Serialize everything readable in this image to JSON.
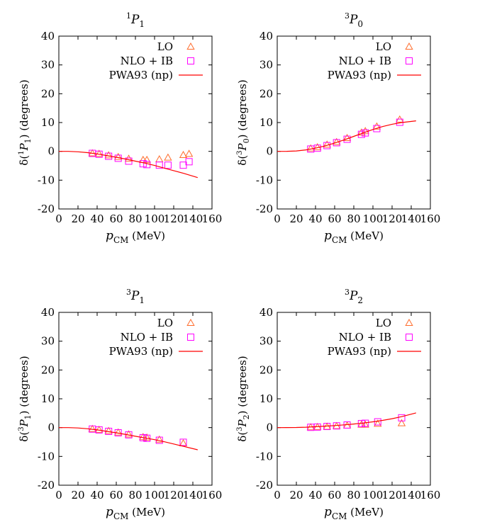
{
  "chart_data": [
    {
      "type": "scatter",
      "title": {
        "sup": "1",
        "sym": "P",
        "sub": "1"
      },
      "xlabel": {
        "sym": "p",
        "sub": "CM",
        "rest": " (MeV)"
      },
      "ylabel": {
        "pre": "δ(",
        "sup": "1",
        "sym": "P",
        "sub": "1",
        "post": ") (degrees)"
      },
      "xlim": [
        0,
        160
      ],
      "ylim": [
        -20,
        40
      ],
      "xticks": [
        0,
        20,
        40,
        60,
        80,
        100,
        120,
        140,
        160
      ],
      "yticks": [
        -20,
        -10,
        0,
        10,
        20,
        30,
        40
      ],
      "legend_position": "top-right",
      "series": [
        {
          "name": "LO",
          "marker": "triangle",
          "color": "#ff6c2c",
          "points": [
            [
              35,
              -0.7
            ],
            [
              42,
              -0.9
            ],
            [
              52,
              -1.4
            ],
            [
              62,
              -2.0
            ],
            [
              73,
              -2.6
            ],
            [
              88,
              -3.0
            ],
            [
              92,
              -3.0
            ],
            [
              105,
              -2.8
            ],
            [
              114,
              -2.2
            ],
            [
              130,
              -1.3
            ],
            [
              136,
              -0.9
            ]
          ]
        },
        {
          "name": "NLO + IB",
          "marker": "square",
          "color": "#ff00ff",
          "points": [
            [
              35,
              -0.7
            ],
            [
              42,
              -1.0
            ],
            [
              52,
              -1.7
            ],
            [
              62,
              -2.4
            ],
            [
              73,
              -3.4
            ],
            [
              88,
              -4.3
            ],
            [
              92,
              -4.6
            ],
            [
              105,
              -4.8
            ],
            [
              114,
              -4.8
            ],
            [
              130,
              -4.8
            ],
            [
              136,
              -3.6
            ]
          ]
        },
        {
          "name": "PWA93 (np)",
          "marker": "line",
          "color": "#ff0000",
          "points": [
            [
              0,
              0
            ],
            [
              10,
              -0.02
            ],
            [
              20,
              -0.15
            ],
            [
              30,
              -0.45
            ],
            [
              40,
              -0.9
            ],
            [
              50,
              -1.45
            ],
            [
              60,
              -2.05
            ],
            [
              70,
              -2.7
            ],
            [
              80,
              -3.4
            ],
            [
              90,
              -4.1
            ],
            [
              100,
              -4.9
            ],
            [
              110,
              -5.8
            ],
            [
              120,
              -6.7
            ],
            [
              130,
              -7.6
            ],
            [
              145,
              -9.1
            ]
          ]
        }
      ]
    },
    {
      "type": "scatter",
      "title": {
        "sup": "3",
        "sym": "P",
        "sub": "0"
      },
      "xlabel": {
        "sym": "p",
        "sub": "CM",
        "rest": " (MeV)"
      },
      "ylabel": {
        "pre": "δ(",
        "sup": "3",
        "sym": "P",
        "sub": "0",
        "post": ") (degrees)"
      },
      "xlim": [
        0,
        160
      ],
      "ylim": [
        -20,
        40
      ],
      "xticks": [
        0,
        20,
        40,
        60,
        80,
        100,
        120,
        140,
        160
      ],
      "yticks": [
        -20,
        -10,
        0,
        10,
        20,
        30,
        40
      ],
      "legend_position": "top-right",
      "series": [
        {
          "name": "LO",
          "marker": "triangle",
          "color": "#ff6c2c",
          "points": [
            [
              35,
              1.0
            ],
            [
              42,
              1.4
            ],
            [
              52,
              2.3
            ],
            [
              62,
              3.2
            ],
            [
              73,
              4.6
            ],
            [
              88,
              6.5
            ],
            [
              92,
              7.0
            ],
            [
              104,
              8.6
            ],
            [
              128,
              11.0
            ]
          ]
        },
        {
          "name": "NLO + IB",
          "marker": "square",
          "color": "#ff00ff",
          "points": [
            [
              35,
              0.8
            ],
            [
              42,
              1.1
            ],
            [
              52,
              2.0
            ],
            [
              62,
              3.0
            ],
            [
              73,
              4.2
            ],
            [
              88,
              5.9
            ],
            [
              92,
              6.4
            ],
            [
              104,
              7.9
            ],
            [
              128,
              10.1
            ]
          ]
        },
        {
          "name": "PWA93 (np)",
          "marker": "line",
          "color": "#ff0000",
          "points": [
            [
              0,
              0
            ],
            [
              10,
              0.02
            ],
            [
              20,
              0.15
            ],
            [
              30,
              0.5
            ],
            [
              40,
              1.1
            ],
            [
              50,
              1.9
            ],
            [
              60,
              2.9
            ],
            [
              70,
              4.0
            ],
            [
              80,
              5.2
            ],
            [
              90,
              6.4
            ],
            [
              100,
              7.6
            ],
            [
              110,
              8.6
            ],
            [
              120,
              9.4
            ],
            [
              130,
              10.0
            ],
            [
              145,
              10.6
            ]
          ]
        }
      ]
    },
    {
      "type": "scatter",
      "title": {
        "sup": "3",
        "sym": "P",
        "sub": "1"
      },
      "xlabel": {
        "sym": "p",
        "sub": "CM",
        "rest": " (MeV)"
      },
      "ylabel": {
        "pre": "δ(",
        "sup": "3",
        "sym": "P",
        "sub": "1",
        "post": ") (degrees)"
      },
      "xlim": [
        0,
        160
      ],
      "ylim": [
        -20,
        40
      ],
      "xticks": [
        0,
        20,
        40,
        60,
        80,
        100,
        120,
        140,
        160
      ],
      "yticks": [
        -20,
        -10,
        0,
        10,
        20,
        30,
        40
      ],
      "legend_position": "top-right",
      "series": [
        {
          "name": "LO",
          "marker": "triangle",
          "color": "#ff6c2c",
          "points": [
            [
              35,
              -0.5
            ],
            [
              42,
              -0.8
            ],
            [
              52,
              -1.2
            ],
            [
              62,
              -1.7
            ],
            [
              73,
              -2.4
            ],
            [
              88,
              -3.3
            ],
            [
              92,
              -3.5
            ],
            [
              105,
              -4.2
            ],
            [
              130,
              -5.5
            ]
          ]
        },
        {
          "name": "NLO + IB",
          "marker": "square",
          "color": "#ff00ff",
          "points": [
            [
              35,
              -0.5
            ],
            [
              42,
              -0.8
            ],
            [
              52,
              -1.3
            ],
            [
              62,
              -1.8
            ],
            [
              73,
              -2.5
            ],
            [
              88,
              -3.5
            ],
            [
              92,
              -3.7
            ],
            [
              105,
              -4.4
            ],
            [
              130,
              -5.1
            ]
          ]
        },
        {
          "name": "PWA93 (np)",
          "marker": "line",
          "color": "#ff0000",
          "points": [
            [
              0,
              0
            ],
            [
              10,
              -0.02
            ],
            [
              20,
              -0.12
            ],
            [
              30,
              -0.4
            ],
            [
              40,
              -0.8
            ],
            [
              50,
              -1.3
            ],
            [
              60,
              -1.8
            ],
            [
              70,
              -2.4
            ],
            [
              80,
              -3.0
            ],
            [
              90,
              -3.6
            ],
            [
              100,
              -4.2
            ],
            [
              110,
              -4.9
            ],
            [
              120,
              -5.7
            ],
            [
              130,
              -6.5
            ],
            [
              145,
              -7.7
            ]
          ]
        }
      ]
    },
    {
      "type": "scatter",
      "title": {
        "sup": "3",
        "sym": "P",
        "sub": "2"
      },
      "xlabel": {
        "sym": "p",
        "sub": "CM",
        "rest": " (MeV)"
      },
      "ylabel": {
        "pre": "δ(",
        "sup": "3",
        "sym": "P",
        "sub": "2",
        "post": ") (degrees)"
      },
      "xlim": [
        0,
        160
      ],
      "ylim": [
        -20,
        40
      ],
      "xticks": [
        0,
        20,
        40,
        60,
        80,
        100,
        120,
        140,
        160
      ],
      "yticks": [
        -20,
        -10,
        0,
        10,
        20,
        30,
        40
      ],
      "legend_position": "top-right",
      "series": [
        {
          "name": "LO",
          "marker": "triangle",
          "color": "#ff6c2c",
          "points": [
            [
              35,
              0.1
            ],
            [
              42,
              0.2
            ],
            [
              52,
              0.3
            ],
            [
              62,
              0.5
            ],
            [
              73,
              0.7
            ],
            [
              88,
              1.0
            ],
            [
              92,
              1.0
            ],
            [
              105,
              1.3
            ],
            [
              130,
              1.5
            ]
          ]
        },
        {
          "name": "NLO + IB",
          "marker": "square",
          "color": "#ff00ff",
          "points": [
            [
              35,
              0.1
            ],
            [
              42,
              0.2
            ],
            [
              52,
              0.4
            ],
            [
              62,
              0.6
            ],
            [
              73,
              0.9
            ],
            [
              88,
              1.4
            ],
            [
              92,
              1.5
            ],
            [
              105,
              2.0
            ],
            [
              130,
              3.4
            ]
          ]
        },
        {
          "name": "PWA93 (np)",
          "marker": "line",
          "color": "#ff0000",
          "points": [
            [
              0,
              0
            ],
            [
              10,
              0.01
            ],
            [
              20,
              0.05
            ],
            [
              30,
              0.15
            ],
            [
              40,
              0.3
            ],
            [
              50,
              0.5
            ],
            [
              60,
              0.7
            ],
            [
              70,
              0.95
            ],
            [
              80,
              1.25
            ],
            [
              90,
              1.6
            ],
            [
              100,
              2.0
            ],
            [
              110,
              2.5
            ],
            [
              120,
              3.1
            ],
            [
              130,
              3.8
            ],
            [
              145,
              5.1
            ]
          ]
        }
      ]
    }
  ]
}
